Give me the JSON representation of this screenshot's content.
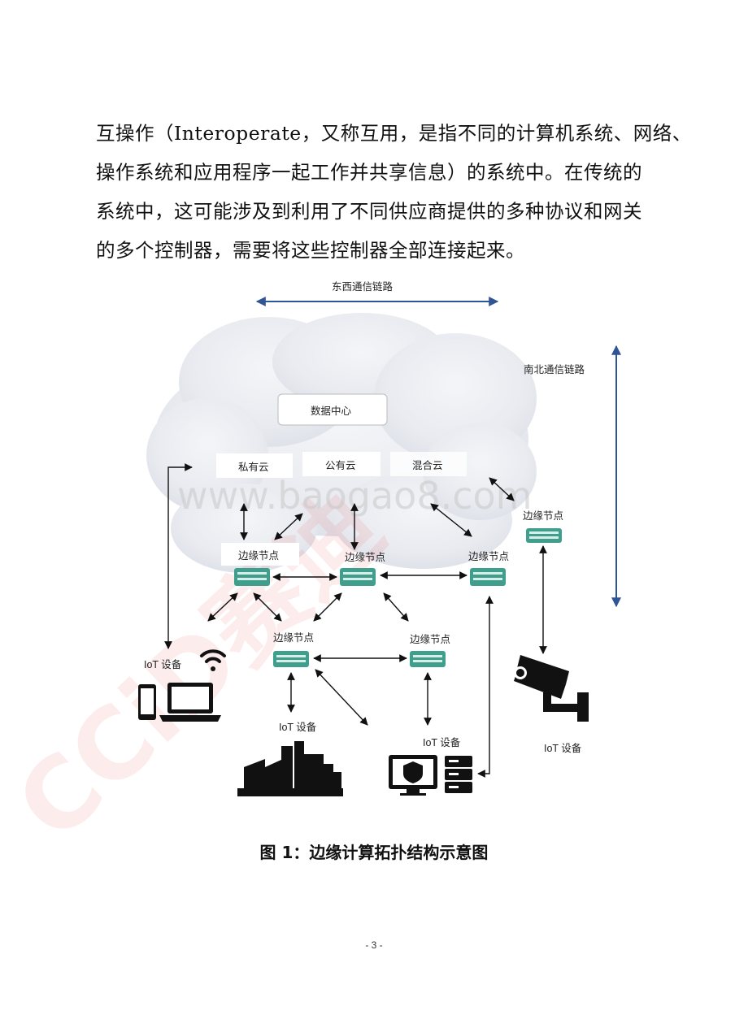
{
  "paragraph": {
    "lines": [
      "互操作（Interoperate，又称互用，是指不同的计算机系统、网络、",
      "操作系统和应用程序一起工作并共享信息）的系统中。在传统的",
      "系统中，这可能涉及到利用了不同供应商提供的多种协议和网关",
      "的多个控制器，需要将这些控制器全部连接起来。"
    ]
  },
  "diagram": {
    "east_west_label": "东西通信链路",
    "north_south_label": "南北通信链路",
    "data_center": "数据中心",
    "private_cloud": "私有云",
    "public_cloud": "公有云",
    "hybrid_cloud": "混合云",
    "edge_node_label": "边缘节点",
    "iot_device_label": "IoT 设备"
  },
  "watermarks": {
    "url": "www.baogao8.com",
    "brand": "CCiD赛迪"
  },
  "caption": "图 1：边缘计算拓扑结构示意图",
  "page_number": "- 3 -",
  "colors": {
    "text": "#111111",
    "arrow_blue": "#2f5597",
    "switch_teal": "#3f9e8c",
    "watermark_red": "#e54b4b"
  }
}
